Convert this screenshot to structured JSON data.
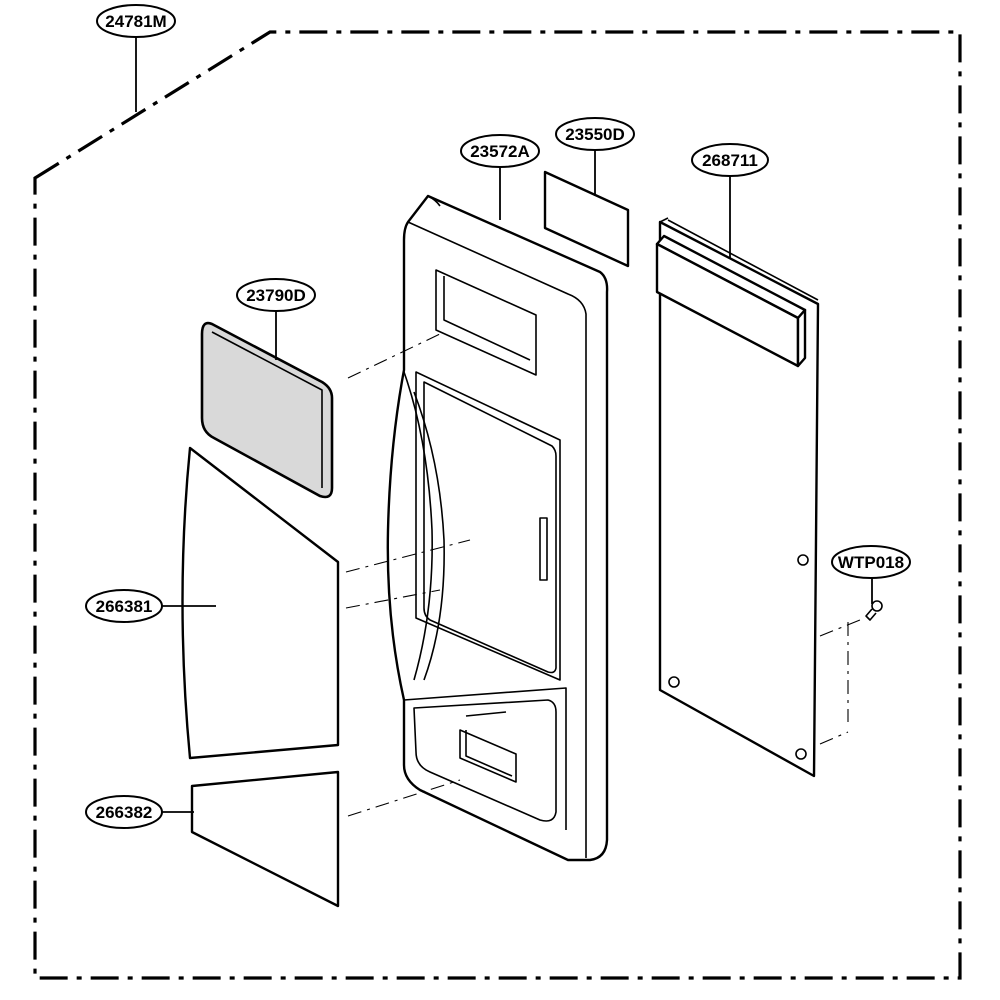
{
  "callouts": {
    "assembly": "24781M",
    "display_window": "23790D",
    "upper_panel_sheet": "266381",
    "lower_panel_sheet": "266382",
    "control_panel": "23572A",
    "window_insert": "23550D",
    "pcb_assembly": "268711",
    "screw": "WTP018"
  },
  "colors": {
    "line": "#000000",
    "window_fill": "#d9d9d9",
    "background": "#ffffff"
  }
}
